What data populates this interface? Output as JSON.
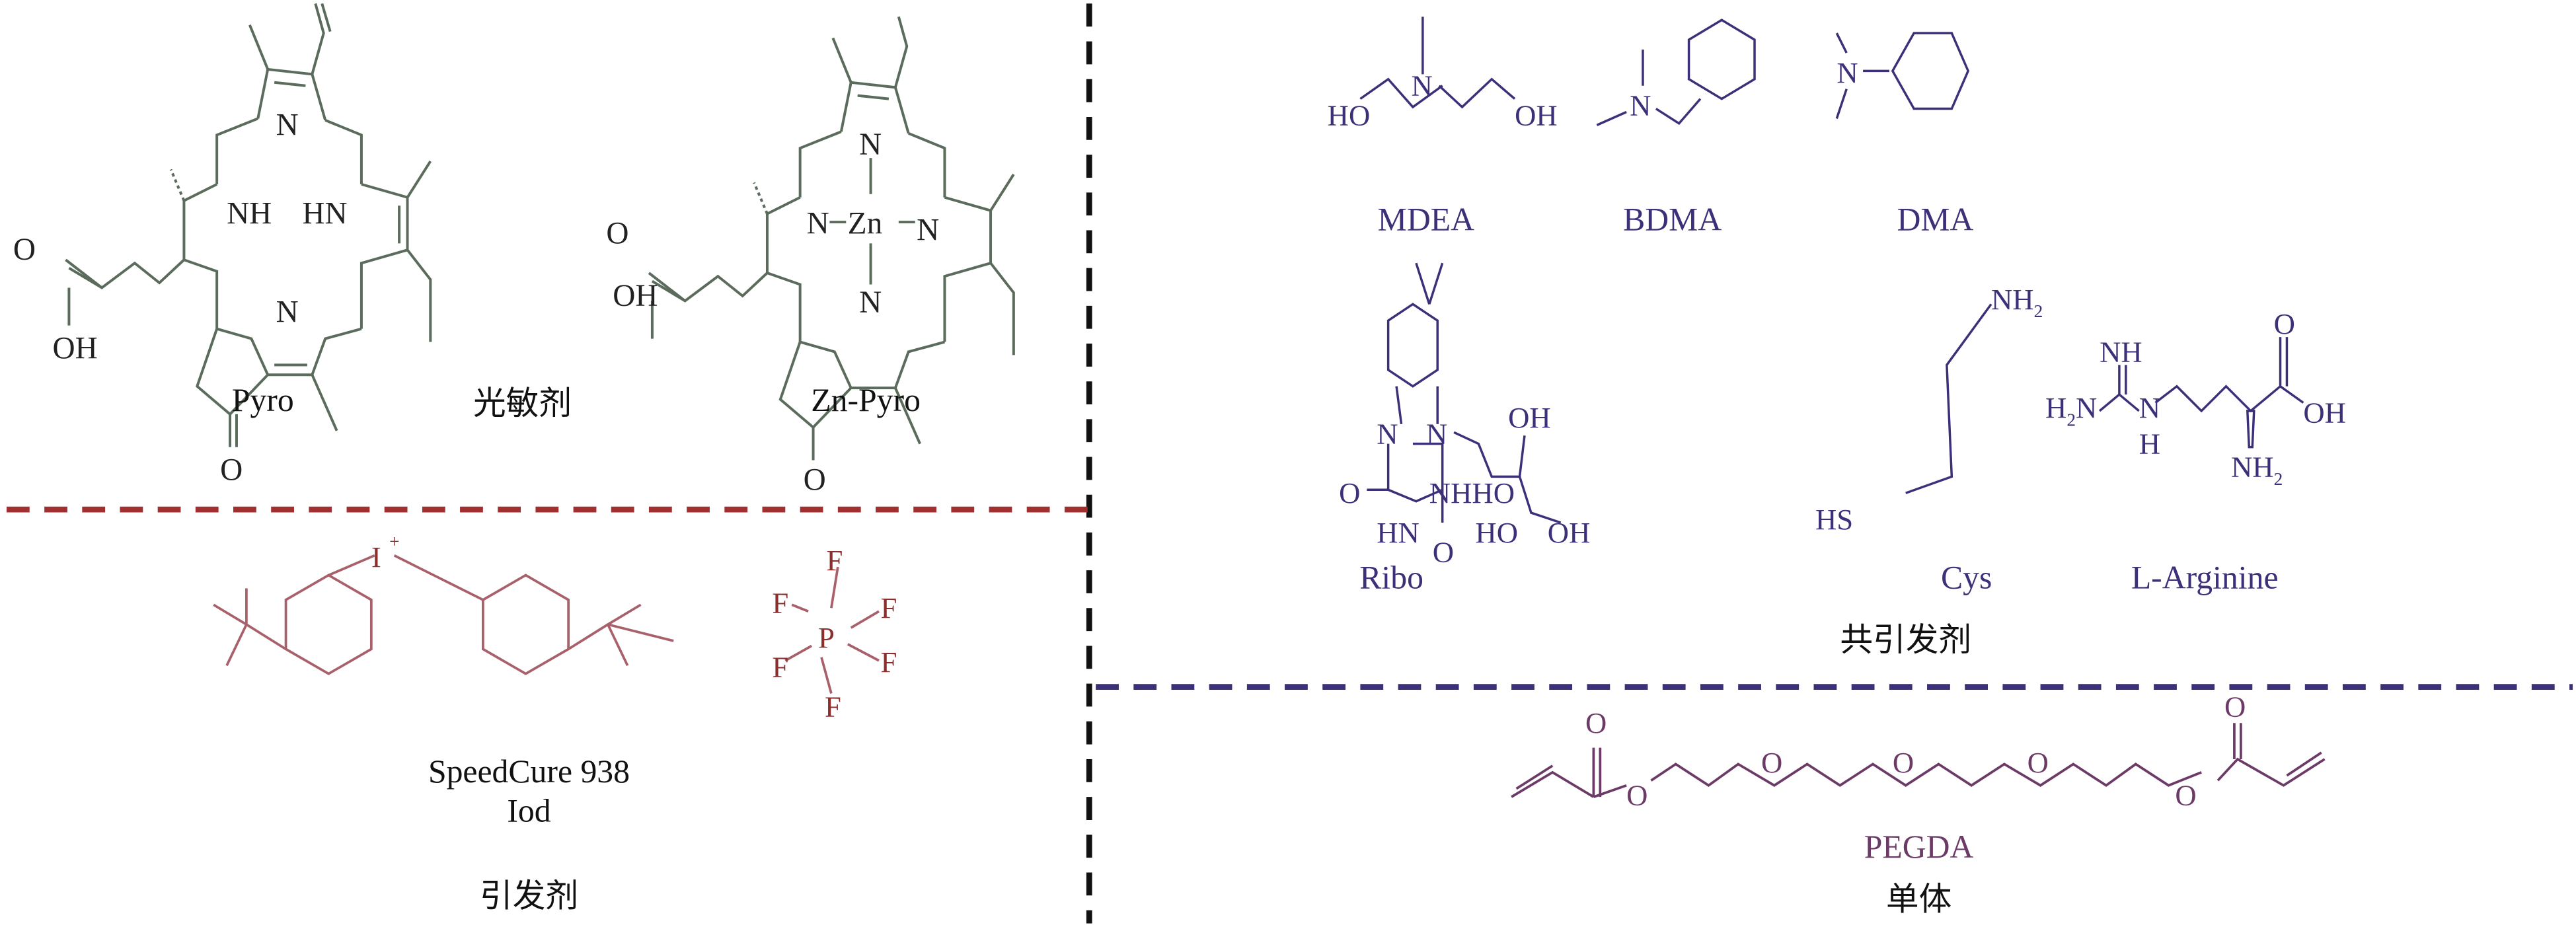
{
  "photosensitizers": {
    "group_label": "光敏剂",
    "pyro": {
      "name": "Pyro",
      "atoms": {
        "n_top": "N",
        "nh": "NH",
        "hn": "HN",
        "n_bottom": "N",
        "o_ketone": "O",
        "o_acid": "O",
        "oh": "OH"
      }
    },
    "zn_pyro": {
      "name": "Zn-Pyro",
      "atoms": {
        "n_top": "N",
        "n_left": "N",
        "zn": "Zn",
        "n_right": "N",
        "n_bottom": "N",
        "o_ketone": "O",
        "o_acid": "O",
        "oh": "OH"
      }
    }
  },
  "initiator": {
    "group_label": "引发剂",
    "name": "SpeedCure 938",
    "abbr": "Iod",
    "atoms": {
      "iodine": "I",
      "charge": "+",
      "p": "P",
      "f": "F"
    }
  },
  "coinitiators": {
    "group_label": "共引发剂",
    "mdea": {
      "name": "MDEA",
      "atoms": {
        "ho": "HO",
        "n": "N",
        "oh": "OH"
      }
    },
    "bdma": {
      "name": "BDMA",
      "atoms": {
        "n": "N"
      }
    },
    "dma": {
      "name": "DMA",
      "atoms": {
        "n": "N"
      }
    },
    "ribo": {
      "name": "Ribo",
      "atoms": {
        "n": "N",
        "oh": "OH",
        "ho": "HO",
        "nh": "NH",
        "hn": "HN",
        "o": "O"
      }
    },
    "cys": {
      "name": "Cys",
      "atoms": {
        "nh2": "NH",
        "sub2": "2",
        "hs": "HS"
      }
    },
    "arginine": {
      "name": "L-Arginine",
      "atoms": {
        "nh": "NH",
        "h2n": "H",
        "sub2": "2",
        "n": "N",
        "h": "H",
        "o": "O",
        "oh": "OH",
        "nh2": "NH"
      }
    }
  },
  "monomer": {
    "group_label": "单体",
    "name": "PEGDA",
    "atoms": {
      "o": "O"
    }
  },
  "colors": {
    "photosensitizer": "#5b6b5c",
    "coinitiator": "#3d2f78",
    "initiator_ring": "#a8606a",
    "initiator_salt": "#8a2e2e",
    "monomer": "#6b3a66",
    "divider_vertical": "#111111",
    "divider_left": "#a03030",
    "divider_right": "#3d2f78"
  }
}
